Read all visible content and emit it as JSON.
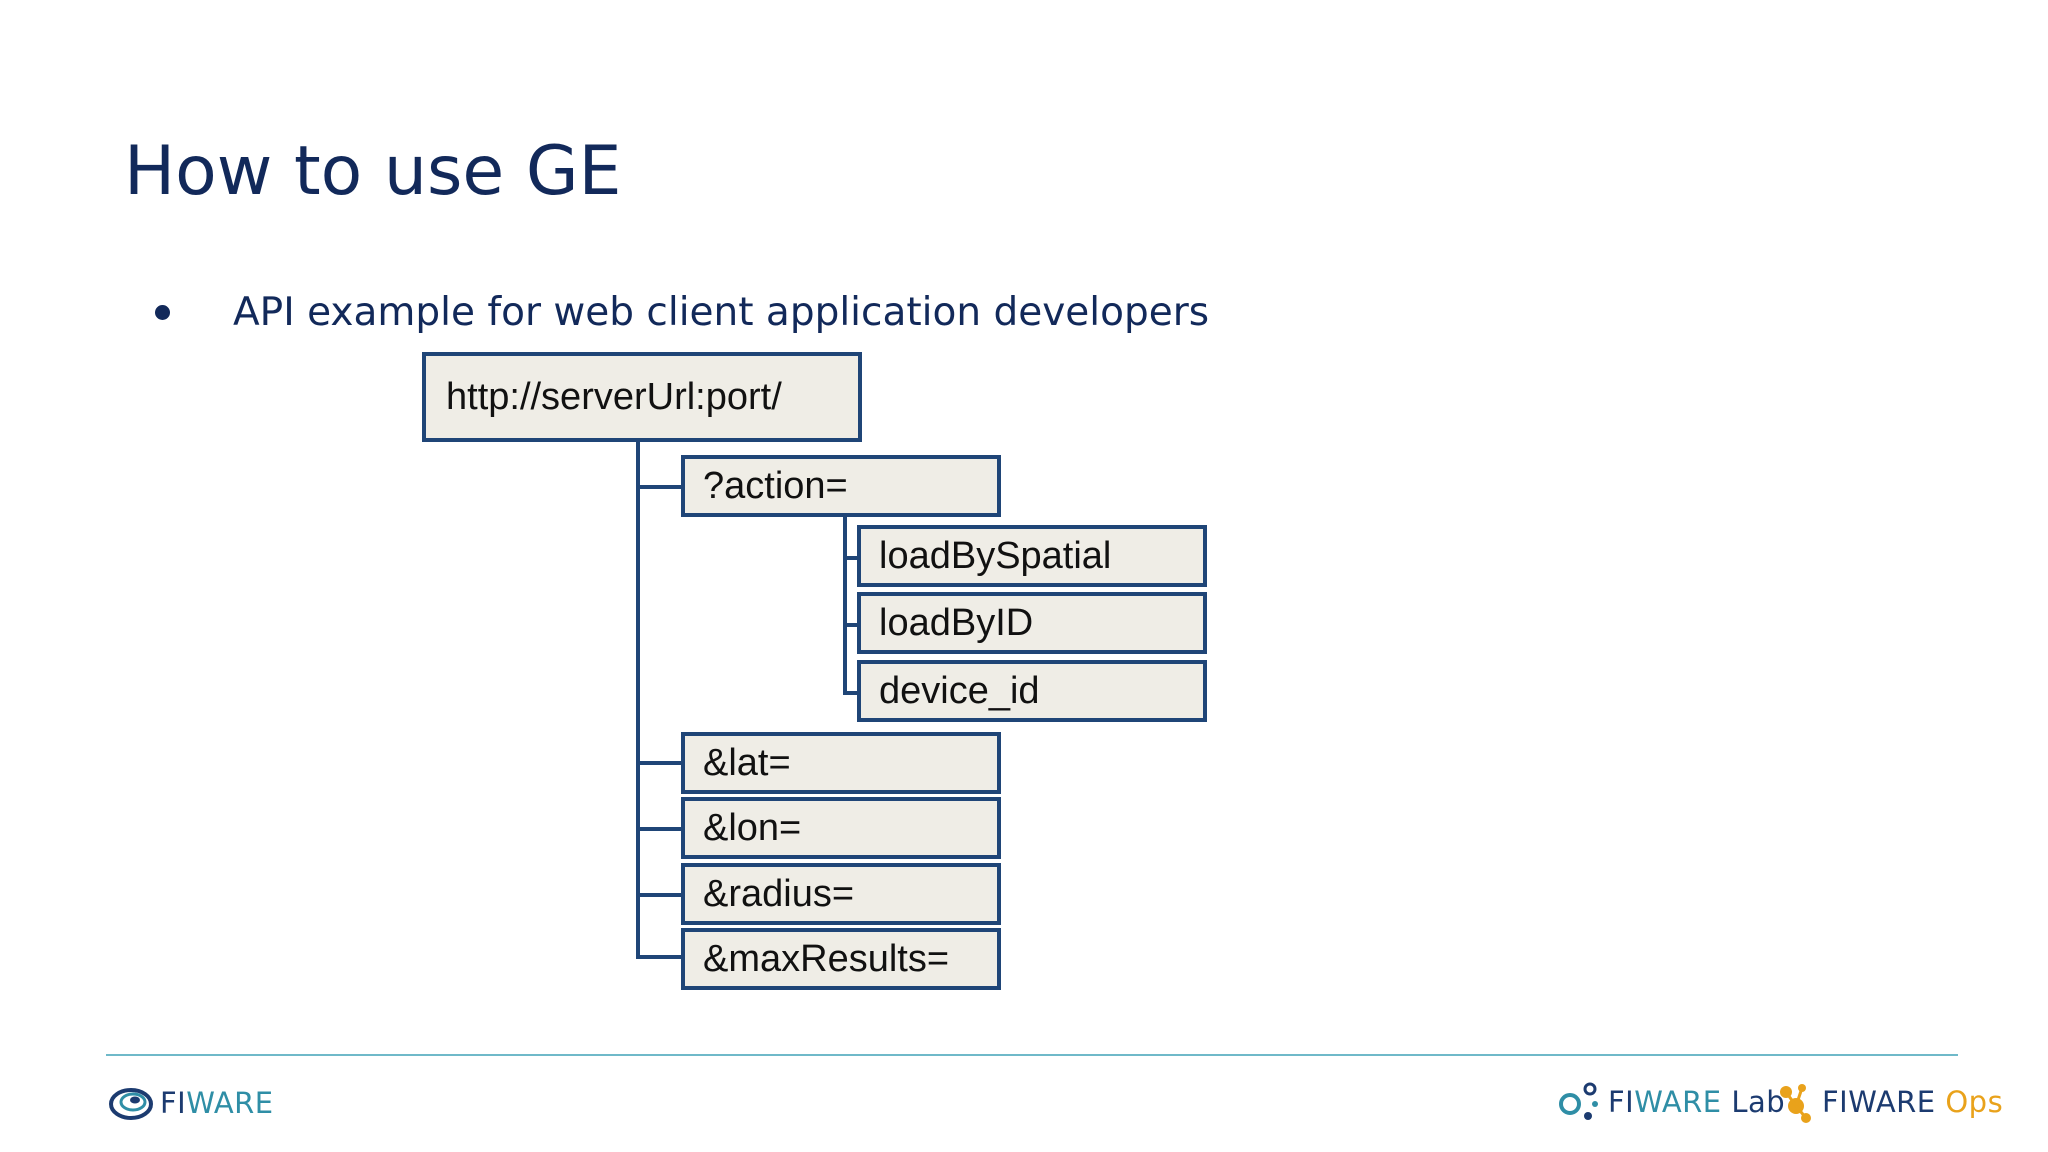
{
  "slide": {
    "title": "How to use GE",
    "bullet": "API example for web client application developers"
  },
  "tree": {
    "root": "http://serverUrl:port/",
    "action": "?action=",
    "action_values": [
      "loadBySpatial",
      "loadByID",
      "device_id"
    ],
    "params": [
      "&lat=",
      "&lon=",
      "&radius=",
      "&maxResults="
    ]
  },
  "footer": {
    "logo_left": {
      "text_a": "FI",
      "text_b": "WARE"
    },
    "logo_lab": {
      "text_a": "FI",
      "text_b": "WARE",
      "text_c": " Lab"
    },
    "logo_ops": {
      "text_a": "FI",
      "text_b": "WARE",
      "text_c": " Ops"
    }
  },
  "colors": {
    "title": "#12295a",
    "box_fill": "#efede6",
    "box_border": "#1f4577",
    "rule": "#6fb9c9",
    "ops_accent": "#e9a21b"
  }
}
